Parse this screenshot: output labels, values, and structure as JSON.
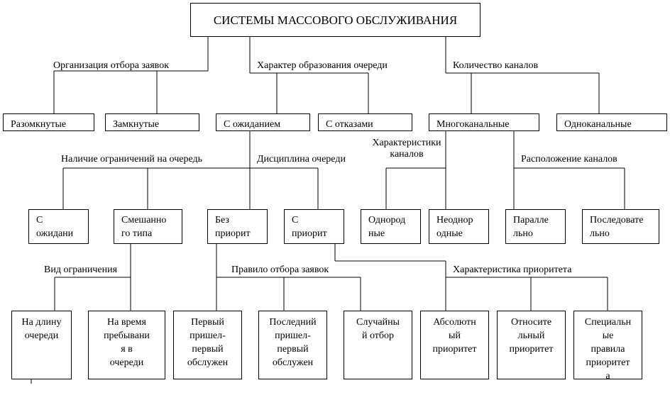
{
  "title": "СИСТЕМЫ МАССОВОГО ОБСЛУЖИВАНИЯ",
  "branch_labels": {
    "selection_org": "Организация отбора заявок",
    "queue_formation": "Характер образования очереди",
    "channel_count": "Количество каналов",
    "queue_limits": "Наличие ограничений на очередь",
    "queue_discipline": "Дисциплина очереди",
    "channel_char": "Характеристики\nканалов",
    "channel_layout": "Расположение каналов",
    "limit_type": "Вид ограничения",
    "selection_rule": "Правило отбора заявок",
    "priority_char": "Характеристика приоритета"
  },
  "nodes": {
    "open": "Разомкнутые",
    "closed": "Замкнутые",
    "with_waiting": "С ожиданием",
    "with_refusals": "С отказами",
    "multichannel": "Многоканальные",
    "single_channel": "Одноканальные",
    "waiting": "С\nожидани",
    "mixed": "Смешанно\nго типа",
    "no_priority": "Без\nприорит",
    "with_priority": "С\nприорит",
    "homogeneous": "Однород\nные",
    "heterogeneous": "Неоднор\nодные",
    "parallel": "Паралле\nльно",
    "sequential": "Последовате\nльно",
    "queue_length": "На длину\nочереди",
    "stay_time": "На время\nпребывани\nя в\nочереди",
    "fifo": "Первый\nпришел-\nпервый\nобслужен",
    "lifo": "Последний\nпришел-\nпервый\nобслужен",
    "random": "Случайны\nй отбор",
    "absolute": "Абсолютн\nый\nприоритет",
    "relative": "Относите\nльный\nприоритет",
    "special": "Специальн\nые\nправила\nприоритет\nа"
  }
}
